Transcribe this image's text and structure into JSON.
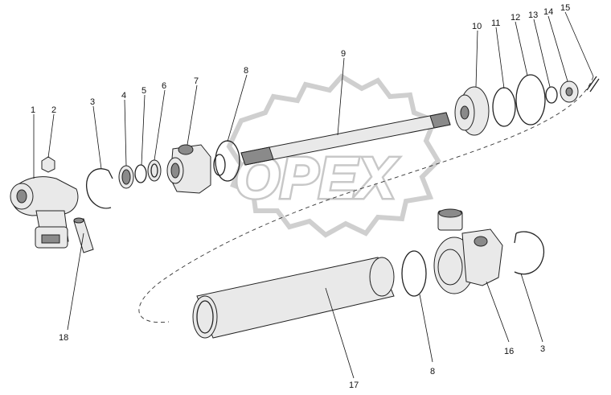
{
  "watermark": {
    "text": "OPEX"
  },
  "callouts": [
    {
      "id": "c1",
      "text": "1"
    },
    {
      "id": "c2",
      "text": "2"
    },
    {
      "id": "c3a",
      "text": "3"
    },
    {
      "id": "c4",
      "text": "4"
    },
    {
      "id": "c5",
      "text": "5"
    },
    {
      "id": "c6",
      "text": "6"
    },
    {
      "id": "c7",
      "text": "7"
    },
    {
      "id": "c8a",
      "text": "8"
    },
    {
      "id": "c9",
      "text": "9"
    },
    {
      "id": "c10",
      "text": "10"
    },
    {
      "id": "c11",
      "text": "11"
    },
    {
      "id": "c12",
      "text": "12"
    },
    {
      "id": "c13",
      "text": "13"
    },
    {
      "id": "c14",
      "text": "14"
    },
    {
      "id": "c15",
      "text": "15"
    },
    {
      "id": "c16",
      "text": "16"
    },
    {
      "id": "c3b",
      "text": "3"
    },
    {
      "id": "c8b",
      "text": "8"
    },
    {
      "id": "c17",
      "text": "17"
    },
    {
      "id": "c18",
      "text": "18"
    }
  ]
}
